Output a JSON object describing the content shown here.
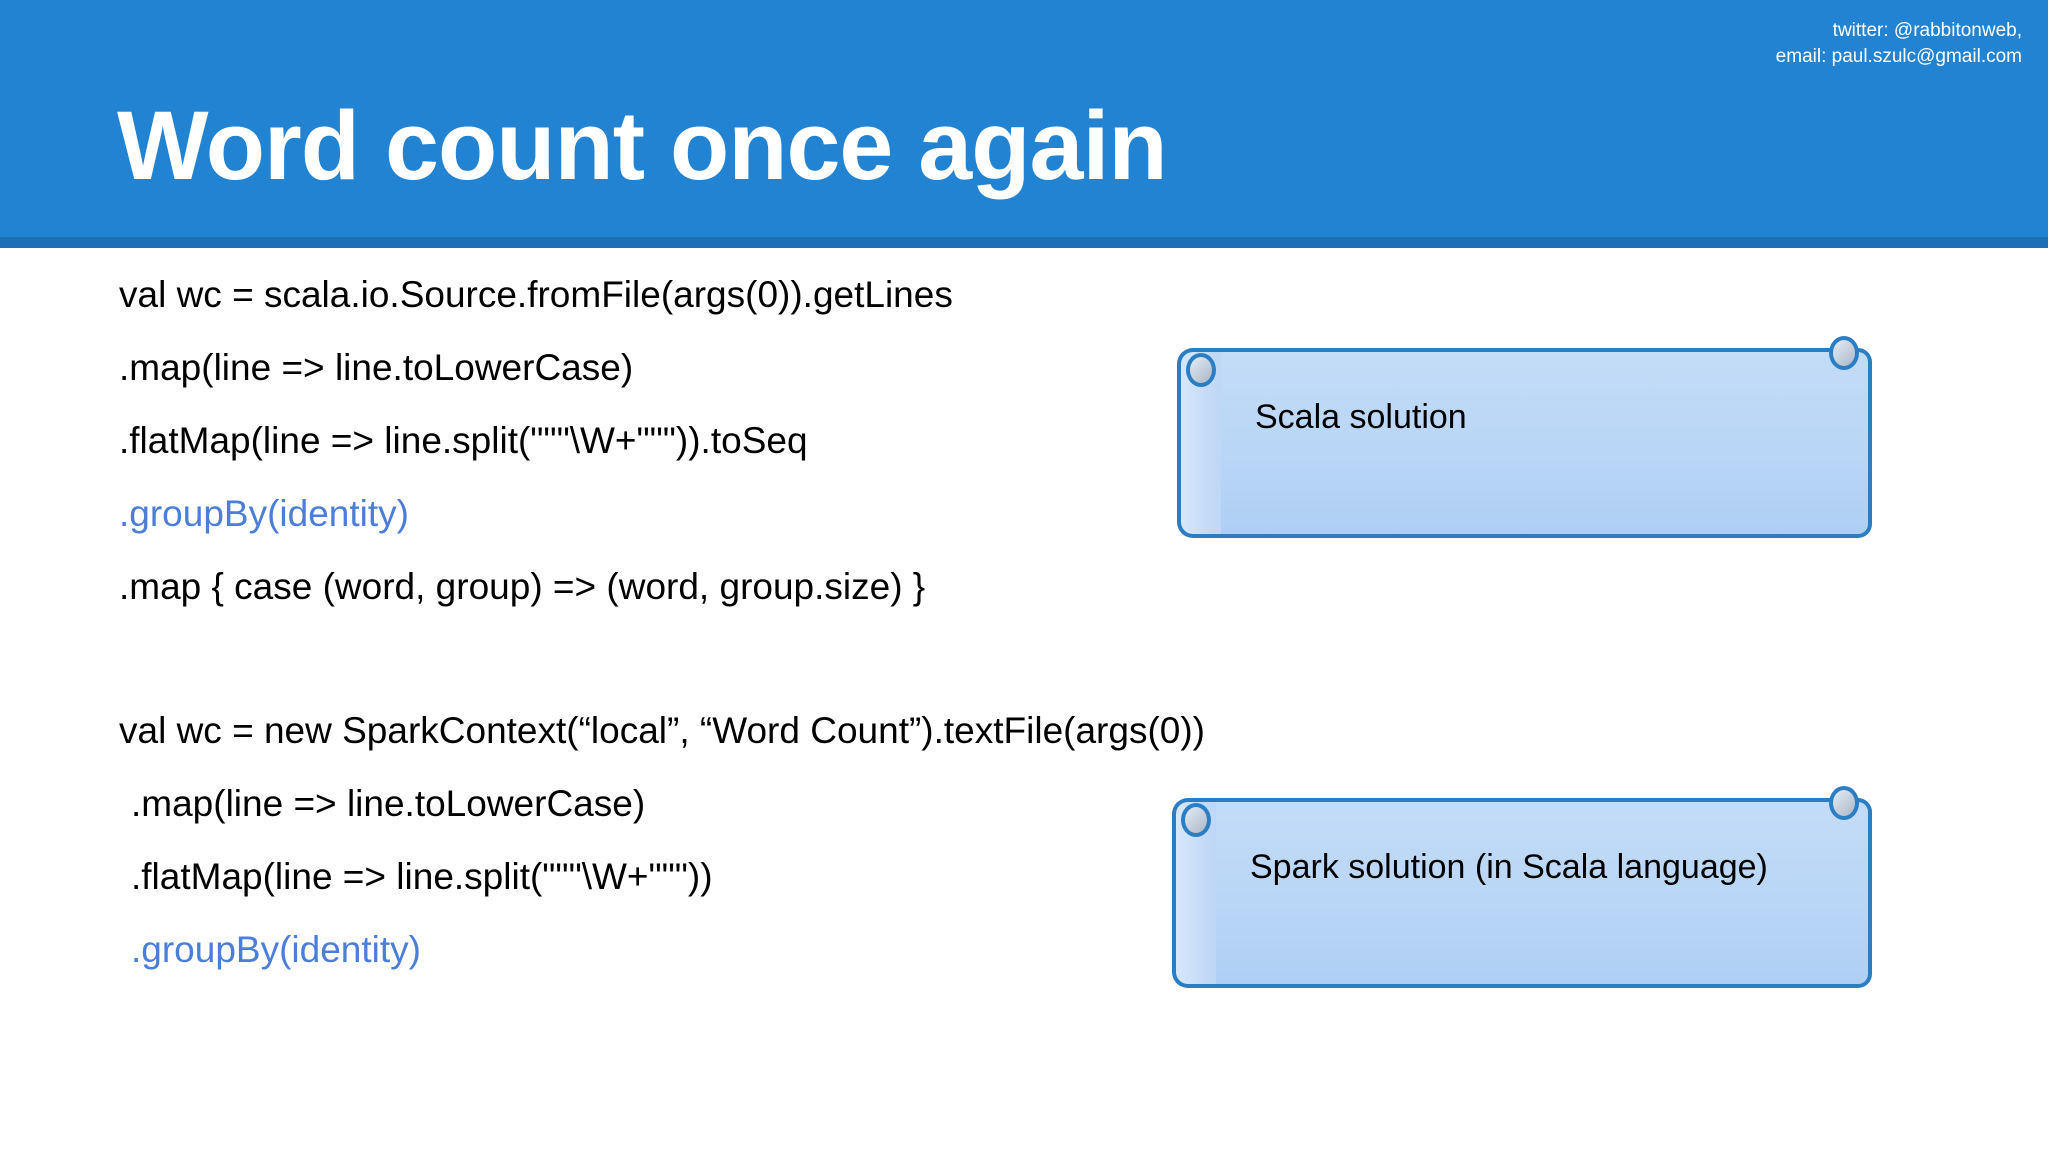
{
  "header": {
    "title": "Word count once again",
    "contact": {
      "twitter": "twitter: @rabbitonweb,",
      "email": "email: paul.szulc@gmail.com"
    },
    "background_color": "#2183d2",
    "rule_color": "#1b6fb4"
  },
  "code_blocks": [
    {
      "id": "scala",
      "lines": [
        {
          "text": "val wc = scala.io.Source.fromFile(args(0)).getLines",
          "accent": false,
          "indent": false
        },
        {
          "text": ".map(line => line.toLowerCase)",
          "accent": false,
          "indent": false
        },
        {
          "text": ".flatMap(line => line.split(\"\"\"\\W+\"\"\")).toSeq",
          "accent": false,
          "indent": false
        },
        {
          "text": ".groupBy(identity)",
          "accent": true,
          "indent": false
        },
        {
          "text": ".map { case (word, group) => (word, group.size) }",
          "accent": false,
          "indent": false
        }
      ]
    },
    {
      "id": "spark",
      "lines": [
        {
          "text": "val wc = new SparkContext(“local”, “Word Count”).textFile(args(0))",
          "accent": false,
          "indent": false
        },
        {
          "text": ".map(line => line.toLowerCase)",
          "accent": false,
          "indent": true
        },
        {
          "text": ".flatMap(line => line.split(\"\"\"\\W+\"\"\"))",
          "accent": false,
          "indent": true
        },
        {
          "text": ".groupBy(identity)",
          "accent": true,
          "indent": true
        }
      ]
    }
  ],
  "callouts": [
    {
      "id": "scala",
      "label": "Scala solution"
    },
    {
      "id": "spark",
      "label": "Spark solution (in Scala language)"
    }
  ],
  "colors": {
    "accent_code": "#4a7ed8",
    "callout_fill": "#bdd7f6",
    "callout_border": "#2b7ec4",
    "code_text": "#000000"
  }
}
